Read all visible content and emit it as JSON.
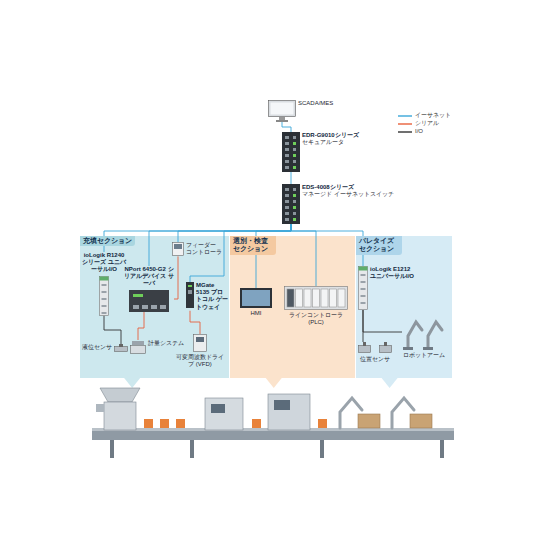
{
  "diagram": {
    "nodes": [
      {
        "text": [
          "SCADA/MES"
        ]
      },
      {
        "text": [
          "EDR-G9010シリーズ",
          "セキュアルータ"
        ]
      },
      {
        "text": [
          "EDS-4008シリーズ",
          "マネージド イーサネットスイッチ"
        ]
      },
      {
        "text": [
          "充填セクション"
        ]
      },
      {
        "text": [
          "ioLogik R1240 シリーズ ユニバーサルI/O"
        ],
        "in": 3
      },
      {
        "text": [
          "フィーダー コントローラ"
        ],
        "in": 3
      },
      {
        "text": [
          "NPort 6450-G2 シリアルデバイス サーバ"
        ],
        "in": 3
      },
      {
        "text": [
          "MGate 5135 プロトコル ゲートウェイ"
        ],
        "in": 3
      },
      {
        "text": [
          "液位センサ"
        ],
        "in": 3
      },
      {
        "text": [
          "計量システム"
        ],
        "in": 3
      },
      {
        "text": [
          "可変周波数ドライブ (VFD)"
        ],
        "in": 3
      },
      {
        "text": [
          "選別・検査 セクション"
        ]
      },
      {
        "text": [
          "HMI"
        ],
        "in": 11
      },
      {
        "text": [
          "ラインコントローラ (PLC)"
        ],
        "in": 11
      },
      {
        "text": [
          "パレタイズ セクション"
        ]
      },
      {
        "text": [
          "ioLogik E1212 ユニバーサルI/O"
        ],
        "in": 14
      },
      {
        "text": [
          "位置センサ"
        ],
        "in": 14
      },
      {
        "text": [
          "ロボットアーム"
        ],
        "in": 14
      }
    ],
    "edges": [
      {
        "from": 0,
        "to": 1,
        "arrow": "none"
      },
      {
        "from": 1,
        "to": 2,
        "arrow": "none"
      },
      {
        "from": 2,
        "to": 4,
        "arrow": "none"
      },
      {
        "from": 2,
        "to": 5,
        "arrow": "none"
      },
      {
        "from": 2,
        "to": 6,
        "arrow": "none"
      },
      {
        "from": 2,
        "to": 7,
        "arrow": "none"
      },
      {
        "from": 2,
        "to": 12,
        "arrow": "none"
      },
      {
        "from": 2,
        "to": 13,
        "arrow": "none"
      },
      {
        "from": 2,
        "to": 15,
        "arrow": "none"
      },
      {
        "from": 5,
        "to": 6,
        "arrow": "none"
      },
      {
        "from": 6,
        "to": 9,
        "arrow": "none"
      },
      {
        "from": 7,
        "to": 10,
        "arrow": "none"
      },
      {
        "from": 4,
        "to": 8,
        "arrow": "none"
      },
      {
        "from": 15,
        "to": 16,
        "arrow": "none"
      },
      {
        "from": 15,
        "to": 17,
        "arrow": "none"
      }
    ],
    "legend": [
      {
        "text": "イーサネット",
        "color": "#3aa6d8"
      },
      {
        "text": "シリアル",
        "color": "#e8603c"
      },
      {
        "text": "I/O",
        "color": "#333333"
      }
    ]
  }
}
